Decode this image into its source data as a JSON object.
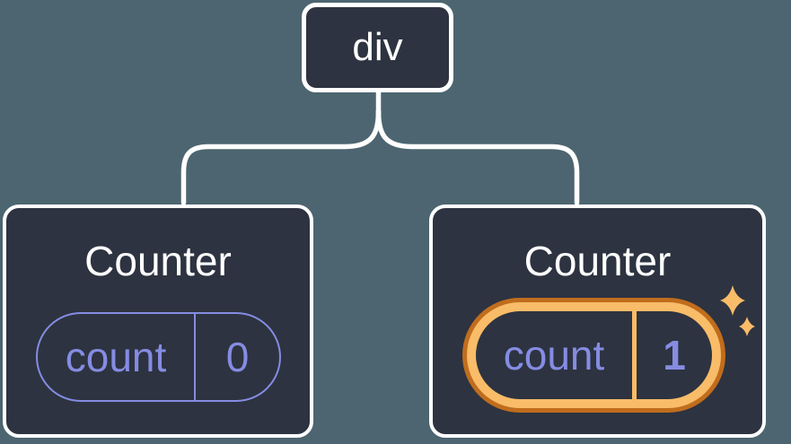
{
  "diagram": {
    "root": {
      "label": "div"
    },
    "cards": [
      {
        "title": "Counter",
        "state_key": "count",
        "state_value": "0",
        "highlighted": false
      },
      {
        "title": "Counter",
        "state_key": "count",
        "state_value": "1",
        "highlighted": true
      }
    ]
  },
  "icons": {
    "sparkle_large": "sparkle-large-icon",
    "sparkle_small": "sparkle-small-icon"
  },
  "colors": {
    "background": "#4c6570",
    "node_fill": "#2d3340",
    "node_border": "#ffffff",
    "text_primary": "#ffffff",
    "state_purple": "#858ce2",
    "highlight_orange_dark": "#c06d1d",
    "highlight_orange_light": "#f9bc68",
    "connector": "#ffffff"
  }
}
